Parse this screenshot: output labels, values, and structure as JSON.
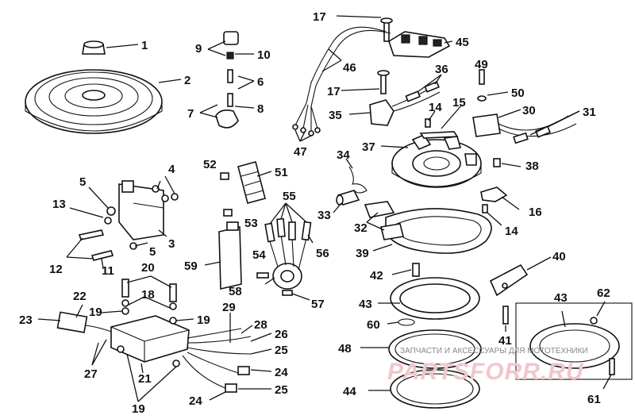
{
  "labels": {
    "l1": "1",
    "l2": "2",
    "l3": "3",
    "l4": "4",
    "l5a": "5",
    "l5b": "5",
    "l6": "6",
    "l7": "7",
    "l8": "8",
    "l9": "9",
    "l10": "10",
    "l11": "11",
    "l12": "12",
    "l13": "13",
    "l14a": "14",
    "l14b": "14",
    "l15": "15",
    "l16": "16",
    "l17a": "17",
    "l17b": "17",
    "l18": "18",
    "l19a": "19",
    "l19b": "19",
    "l19c": "19",
    "l20": "20",
    "l21": "21",
    "l22": "22",
    "l23": "23",
    "l24a": "24",
    "l24b": "24",
    "l25a": "25",
    "l25b": "25",
    "l26": "26",
    "l27": "27",
    "l28": "28",
    "l29": "29",
    "l30": "30",
    "l31": "31",
    "l32": "32",
    "l33": "33",
    "l34": "34",
    "l35": "35",
    "l36": "36",
    "l37": "37",
    "l38": "38",
    "l39": "39",
    "l40": "40",
    "l41": "41",
    "l42": "42",
    "l43a": "43",
    "l43b": "43",
    "l44": "44",
    "l45": "45",
    "l46": "46",
    "l47": "47",
    "l48": "48",
    "l49": "49",
    "l50": "50",
    "l51": "51",
    "l52": "52",
    "l53": "53",
    "l54": "54",
    "l55": "55",
    "l56": "56",
    "l57": "57",
    "l58": "58",
    "l59": "59",
    "l60": "60",
    "l61": "61",
    "l62": "62"
  },
  "watermark": {
    "caption": "ЗАПЧАСТИ И АКСЕССУАРЫ ДЛЯ МОТОТЕХНИКИ",
    "brand": "PARTSFORR.RU"
  }
}
